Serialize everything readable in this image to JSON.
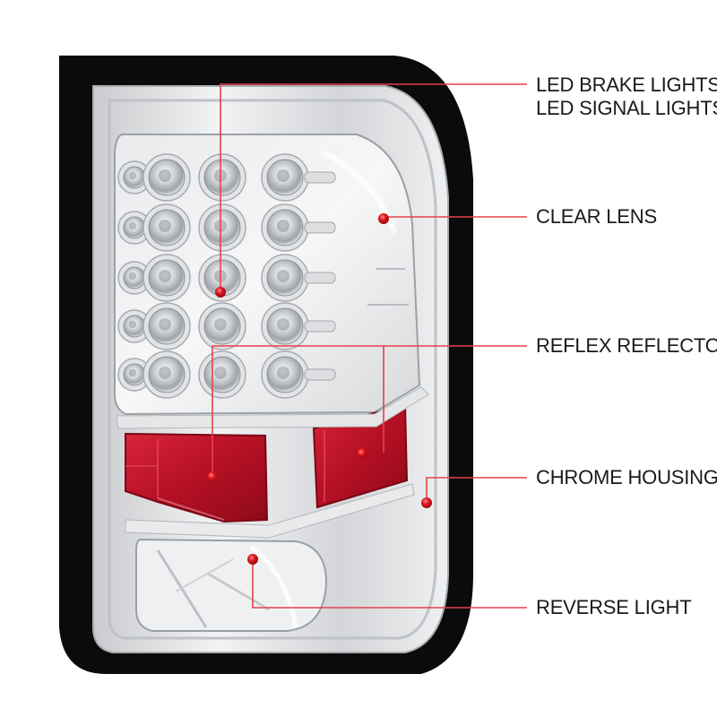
{
  "callouts": {
    "brake_signal": {
      "line1": "LED BRAKE LIGHTS/",
      "line2": "LED SIGNAL LIGHTS"
    },
    "clear_lens": {
      "label": "CLEAR LENS"
    },
    "reflex_reflectors": {
      "label": "REFLEX REFLECTORS"
    },
    "chrome_housing": {
      "label": "CHROME HOUSING"
    },
    "reverse_light": {
      "label": "REVERSE LIGHT"
    }
  },
  "colors": {
    "leader_line": "#e8414a",
    "marker_dot": "#e0141e",
    "reflector_red": "#c2182b",
    "housing_black": "#0b0b0b",
    "chrome": "#d8dadc"
  }
}
